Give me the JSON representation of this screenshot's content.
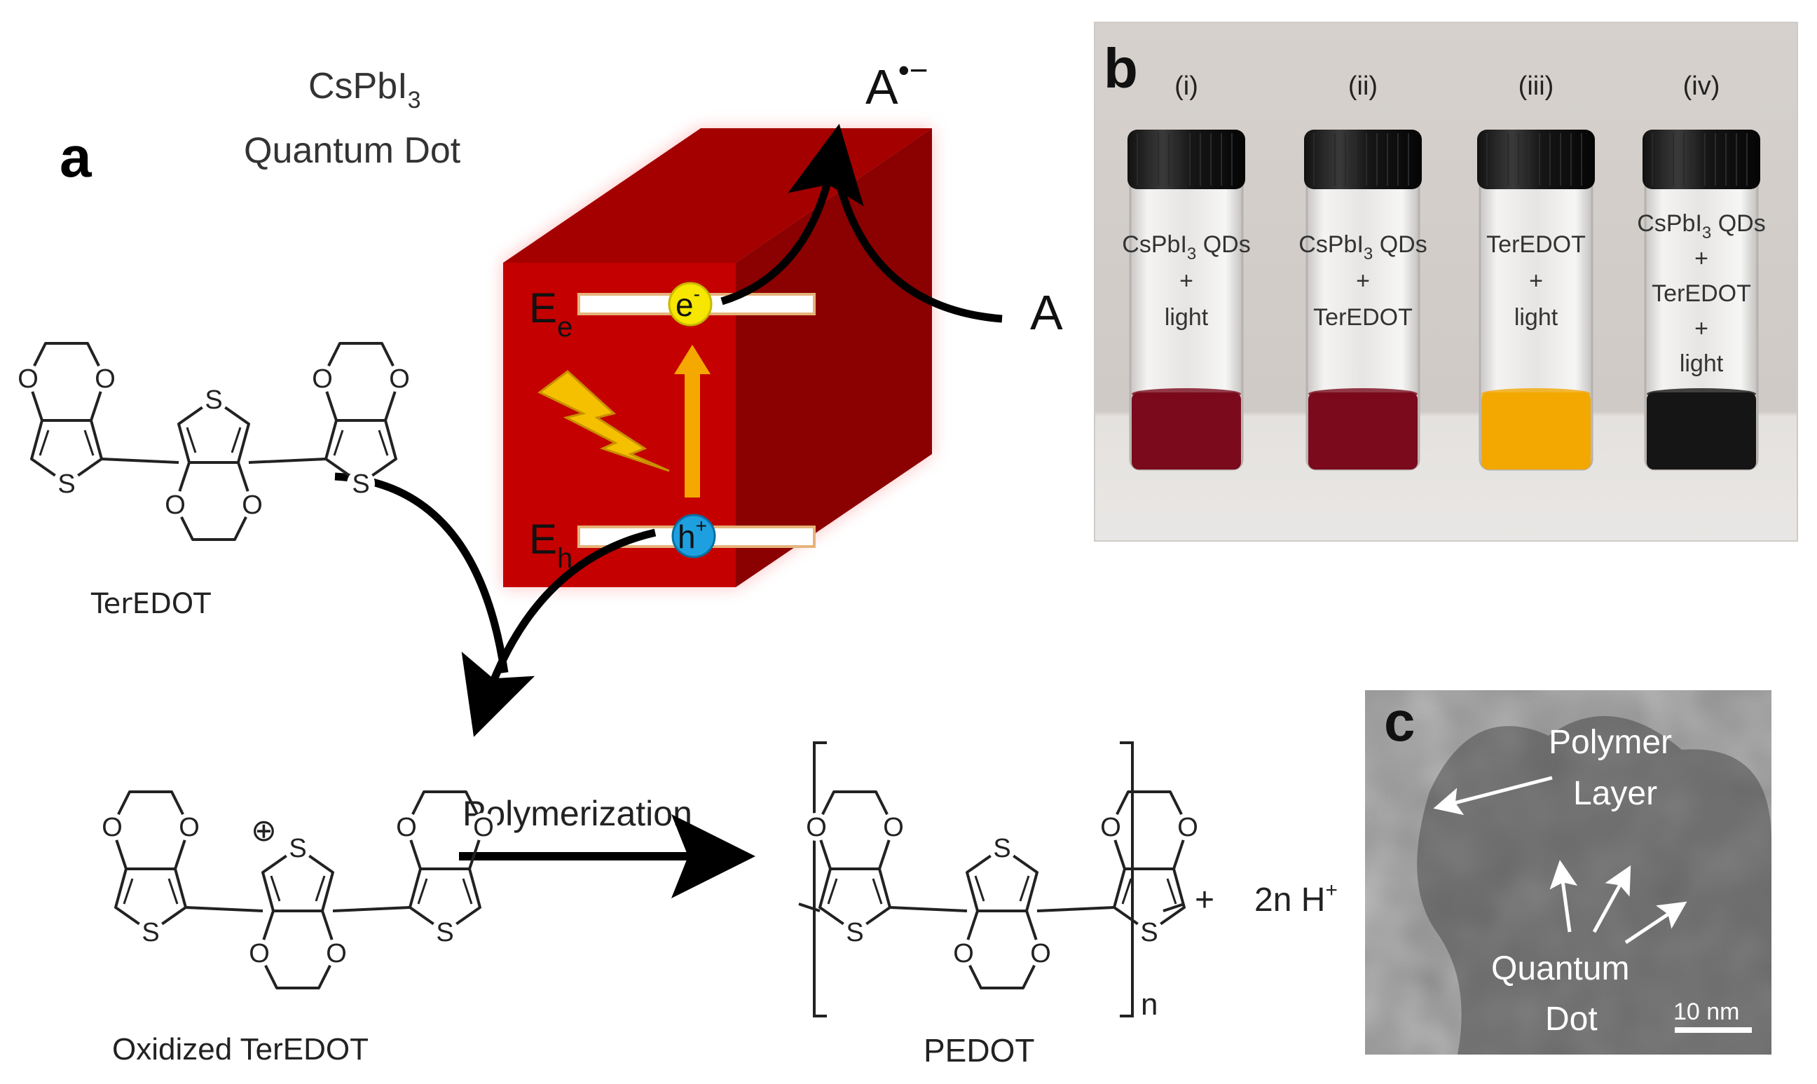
{
  "panel_a": {
    "letter": "a",
    "qd_title_line1": "CsPbI",
    "qd_title_sub": "3",
    "qd_title_line2": "Quantum Dot",
    "ee_label": "E",
    "ee_sub": "e",
    "eh_label": "E",
    "eh_sub": "h",
    "electron": "e",
    "electron_sup": "-",
    "hole": "h",
    "hole_sup": "+",
    "acceptor": "A",
    "acceptor_radical": "A",
    "acceptor_radical_sup": "•−",
    "teredot_label": "TerEDOT",
    "oxidized_label": "Oxidized TerEDOT",
    "charge_symbol": "⊕",
    "polymerization_label": "Polymerization",
    "pedot_label": "PEDOT",
    "subscript_n": "n",
    "plus": "+",
    "byproduct": "2n H",
    "byproduct_sup": "+",
    "atom_o": "O",
    "atom_s": "S",
    "colors": {
      "cube_front": "#c00000",
      "cube_side": "#8b0000",
      "electron": "#f6e600",
      "hole": "#1ea0e0",
      "arrow_orange": "#f5a800",
      "lightning": "#f5c000"
    }
  },
  "panel_b": {
    "letter": "b",
    "vials": [
      {
        "id": "(i)",
        "lines": [
          "CsPbI",
          "+",
          "light"
        ],
        "sub": "3",
        "suffix": " QDs",
        "liquid": "#7a0a1c"
      },
      {
        "id": "(ii)",
        "lines": [
          "CsPbI",
          "+",
          "TerEDOT"
        ],
        "sub": "3",
        "suffix": " QDs",
        "liquid": "#7a0a1c"
      },
      {
        "id": "(iii)",
        "lines": [
          "TerEDOT",
          "+",
          "light"
        ],
        "sub": "",
        "suffix": "",
        "liquid": "#f2a800"
      },
      {
        "id": "(iv)",
        "lines": [
          "CsPbI",
          "+",
          "TerEDOT",
          "+",
          "light"
        ],
        "sub": "3",
        "suffix": " QDs",
        "liquid": "#151515"
      }
    ]
  },
  "panel_c": {
    "letter": "c",
    "polymer_label_1": "Polymer",
    "polymer_label_2": "Layer",
    "qd_label_1": "Quantum",
    "qd_label_2": "Dot",
    "scale_bar": "10 nm"
  }
}
